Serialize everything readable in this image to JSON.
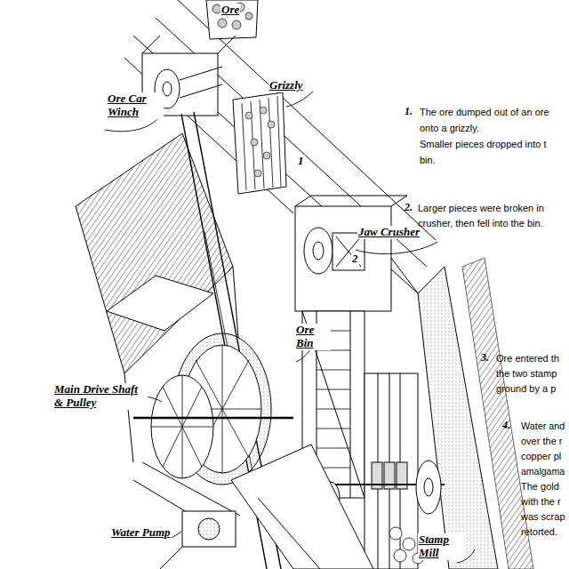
{
  "diagram": {
    "labels": [
      "Ore",
      "Ore Car Winch",
      "Grizzly",
      "1",
      "Jaw Crusher",
      "2",
      "Ore Bin",
      "Main Drive Shaft & Pulley",
      "Water Pump",
      "Stamp Mill",
      "1.",
      "The ore dumped out of an ore",
      "onto a grizzly.",
      "Smaller pieces dropped into t",
      "bin.",
      "2.",
      "Larger pieces were broken in",
      "crusher, then fell into the bin.",
      "3.",
      "Ore entered th",
      "the two stamp",
      "ground by a p",
      "4.",
      "Water and",
      "over the r",
      "copper pl",
      "amalgama",
      "The gold",
      "with the r",
      "was scrap",
      "retorted."
    ]
  }
}
